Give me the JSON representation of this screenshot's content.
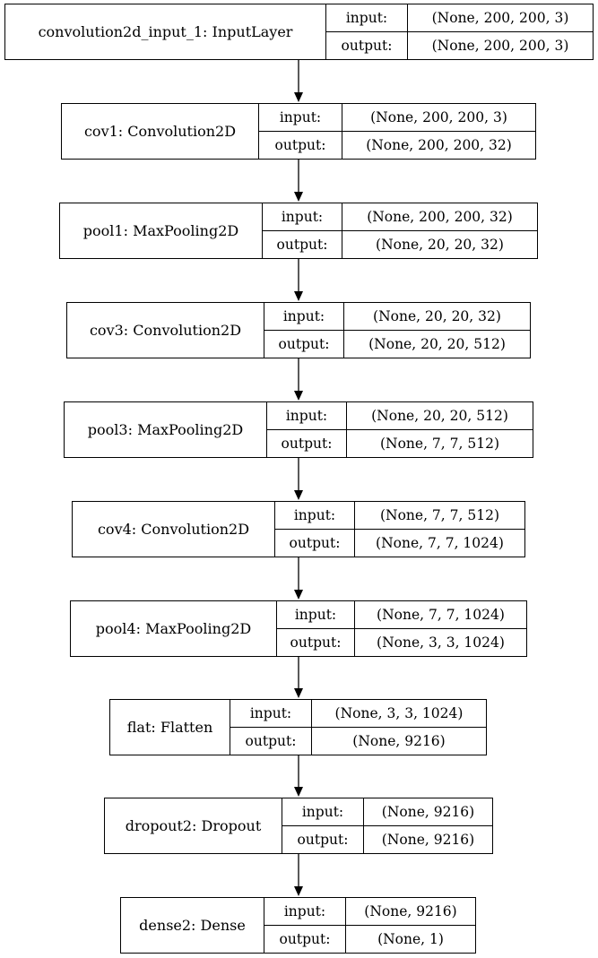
{
  "layers": [
    {
      "name": "convolution2d_input_1: InputLayer",
      "input_label": "input:",
      "output_label": "output:",
      "input": "(None, 200, 200, 3)",
      "output": "(None, 200, 200, 3)"
    },
    {
      "name": "cov1: Convolution2D",
      "input_label": "input:",
      "output_label": "output:",
      "input": "(None, 200, 200, 3)",
      "output": "(None, 200, 200, 32)"
    },
    {
      "name": "pool1: MaxPooling2D",
      "input_label": "input:",
      "output_label": "output:",
      "input": "(None, 200, 200, 32)",
      "output": "(None, 20, 20, 32)"
    },
    {
      "name": "cov3: Convolution2D",
      "input_label": "input:",
      "output_label": "output:",
      "input": "(None, 20, 20, 32)",
      "output": "(None, 20, 20, 512)"
    },
    {
      "name": "pool3: MaxPooling2D",
      "input_label": "input:",
      "output_label": "output:",
      "input": "(None, 20, 20, 512)",
      "output": "(None, 7, 7, 512)"
    },
    {
      "name": "cov4: Convolution2D",
      "input_label": "input:",
      "output_label": "output:",
      "input": "(None, 7, 7, 512)",
      "output": "(None, 7, 7, 1024)"
    },
    {
      "name": "pool4: MaxPooling2D",
      "input_label": "input:",
      "output_label": "output:",
      "input": "(None, 7, 7, 1024)",
      "output": "(None, 3, 3, 1024)"
    },
    {
      "name": "flat: Flatten",
      "input_label": "input:",
      "output_label": "output:",
      "input": "(None, 3, 3, 1024)",
      "output": "(None, 9216)"
    },
    {
      "name": "dropout2: Dropout",
      "input_label": "input:",
      "output_label": "output:",
      "input": "(None, 9216)",
      "output": "(None, 9216)"
    },
    {
      "name": "dense2: Dense",
      "input_label": "input:",
      "output_label": "output:",
      "input": "(None, 9216)",
      "output": "(None, 1)"
    }
  ]
}
